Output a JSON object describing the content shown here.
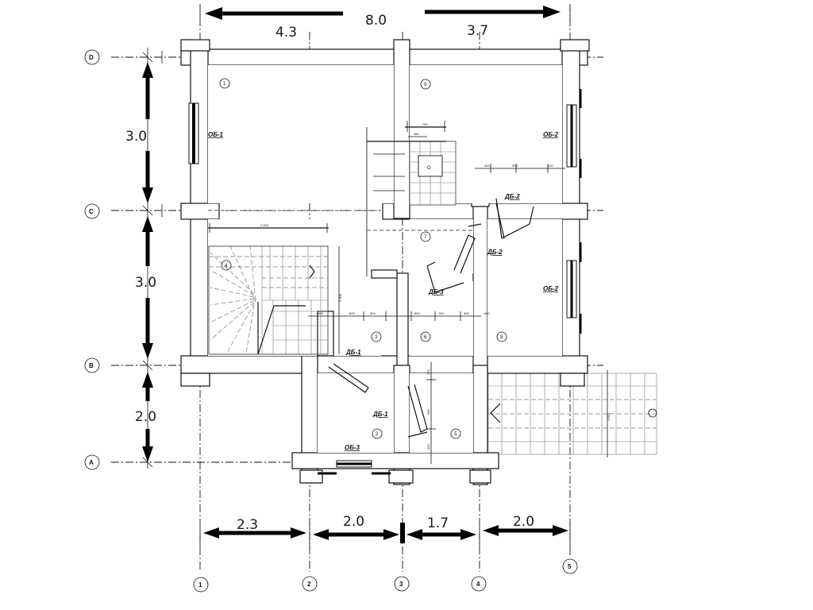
{
  "top_dimensions": {
    "total": "8.0",
    "left": "4.3",
    "right": "3.7"
  },
  "left_dimensions": {
    "d_c": "3.0",
    "c_b": "3.0",
    "b_a": "2.0"
  },
  "bottom_dimensions": {
    "d1_2": "2.3",
    "d2_3": "2.0",
    "d3_4": "1.7",
    "d4_5": "2.0"
  },
  "row_axes": [
    "D",
    "C",
    "B",
    "A"
  ],
  "column_axes": [
    "1",
    "2",
    "3",
    "4",
    "5"
  ],
  "room_numbers": [
    "1",
    "9",
    "4",
    "7",
    "3",
    "6",
    "8",
    "2",
    "5"
  ],
  "openings": {
    "window_1": "ОБ-1",
    "window_2_top": "ОБ-2",
    "window_2_mid": "ОБ-2",
    "window_3": "ОБ-3",
    "door_2_top": "ДБ-2",
    "door_2_mid": "ДБ-2",
    "door_3": "ДБ-3",
    "door_1_top": "ДБ-1",
    "door_1_bottom": "ДБ-1"
  },
  "stove_symbol": "O",
  "stair_dimension": "2 000",
  "small_dims": {
    "stove_top": "760",
    "stove_inner": "380",
    "right_row_1": "400",
    "right_row_2": "900",
    "right_row_3": "400",
    "mid_row_1": "800",
    "mid_row_2": "300",
    "mid_row_3": "800",
    "mid_row_4": "700",
    "mid_row_5": "300",
    "mid_row_6": "800",
    "porch_length": "1 610",
    "hall_1": "170",
    "hall_2": "900",
    "hall_3": "130",
    "stair_height": "2 300",
    "stair_side": "400"
  }
}
